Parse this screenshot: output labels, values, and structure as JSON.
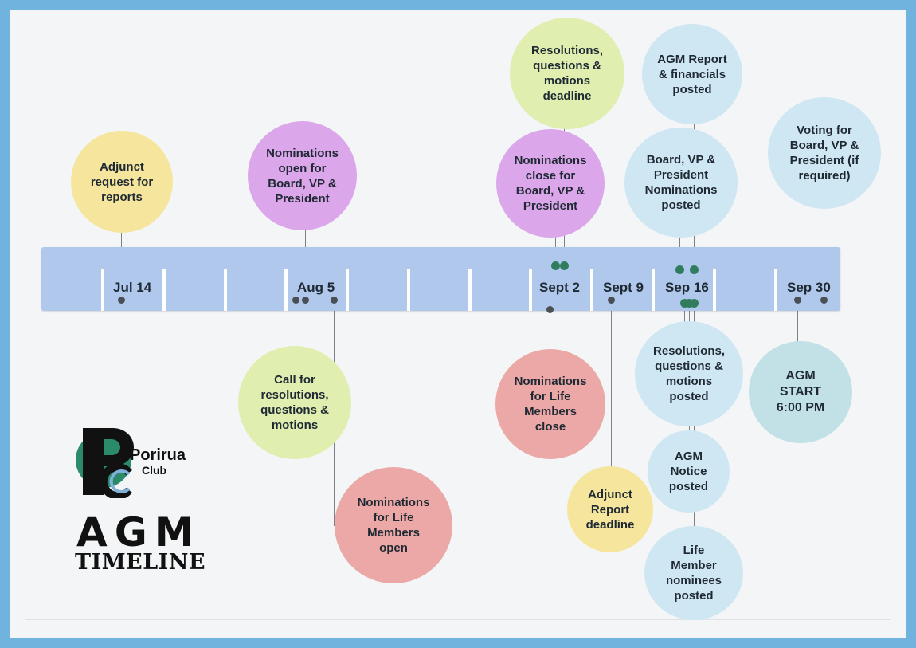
{
  "dates": [
    "Jul 14",
    "Aug 5",
    "Sept 2",
    "Sept 9",
    "Sep 16",
    "Sep 30"
  ],
  "events": {
    "adjunct_request": "Adjunct\nrequest for\nreports",
    "nominations_open": "Nominations\nopen for\nBoard, VP &\nPresident",
    "call_resolutions": "Call for\nresolutions,\nquestions &\nmotions",
    "life_members_open": "Nominations\nfor Life\nMembers\nopen",
    "resolutions_deadline": "Resolutions,\nquestions &\nmotions\ndeadline",
    "nominations_close": "Nominations\nclose for\nBoard, VP &\nPresident",
    "life_members_close": "Nominations\nfor Life\nMembers\nclose",
    "adjunct_deadline": "Adjunct\nReport\ndeadline",
    "agm_report": "AGM Report\n& financials\nposted",
    "board_nominations_posted": "Board, VP &\nPresident\nNominations\nposted",
    "resolutions_posted": "Resolutions,\nquestions &\nmotions\nposted",
    "agm_notice": "AGM\nNotice\nposted",
    "life_member_nominees": "Life\nMember\nnominees\nposted",
    "voting": "Voting for\nBoard, VP &\nPresident (if\nrequired)",
    "agm_start": "AGM\nSTART\n6:00 PM"
  },
  "logo": {
    "line1": "Porirua",
    "line2": "Club",
    "monogram": "PC"
  },
  "heading": {
    "title": "AGM",
    "subtitle": "TIMELINE"
  },
  "colors": {
    "border": "#6fb3de",
    "band": "#b0c8ec",
    "yellow": "#f6e69d",
    "purple": "#dba6ea",
    "lime": "#e0eeb0",
    "pink": "#eba8a6",
    "light_blue": "#cfe6f3",
    "teal": "#c2e1e6",
    "connector_dot_green": "#2f7d5c"
  }
}
